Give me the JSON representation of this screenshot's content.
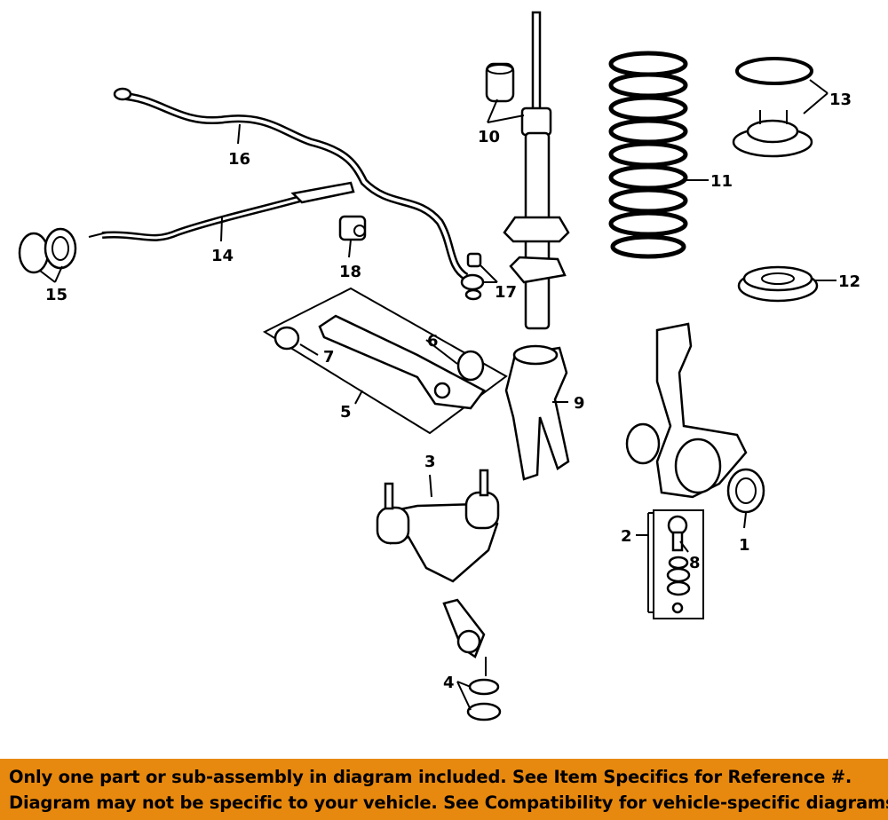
{
  "callouts": {
    "c1": "1",
    "c2": "2",
    "c3": "3",
    "c4": "4",
    "c5": "5",
    "c6": "6",
    "c7": "7",
    "c8": "8",
    "c9": "9",
    "c10": "10",
    "c11": "11",
    "c12": "12",
    "c13": "13",
    "c14": "14",
    "c15": "15",
    "c16": "16",
    "c17": "17",
    "c18": "18"
  },
  "banner": {
    "line1": "Only one part or sub-assembly in diagram included. See Item Specifics for Reference #.",
    "line2": "Diagram may not be specific to your vehicle. See Compatibility for vehicle-specific diagrams.",
    "color": "#E8890F"
  }
}
